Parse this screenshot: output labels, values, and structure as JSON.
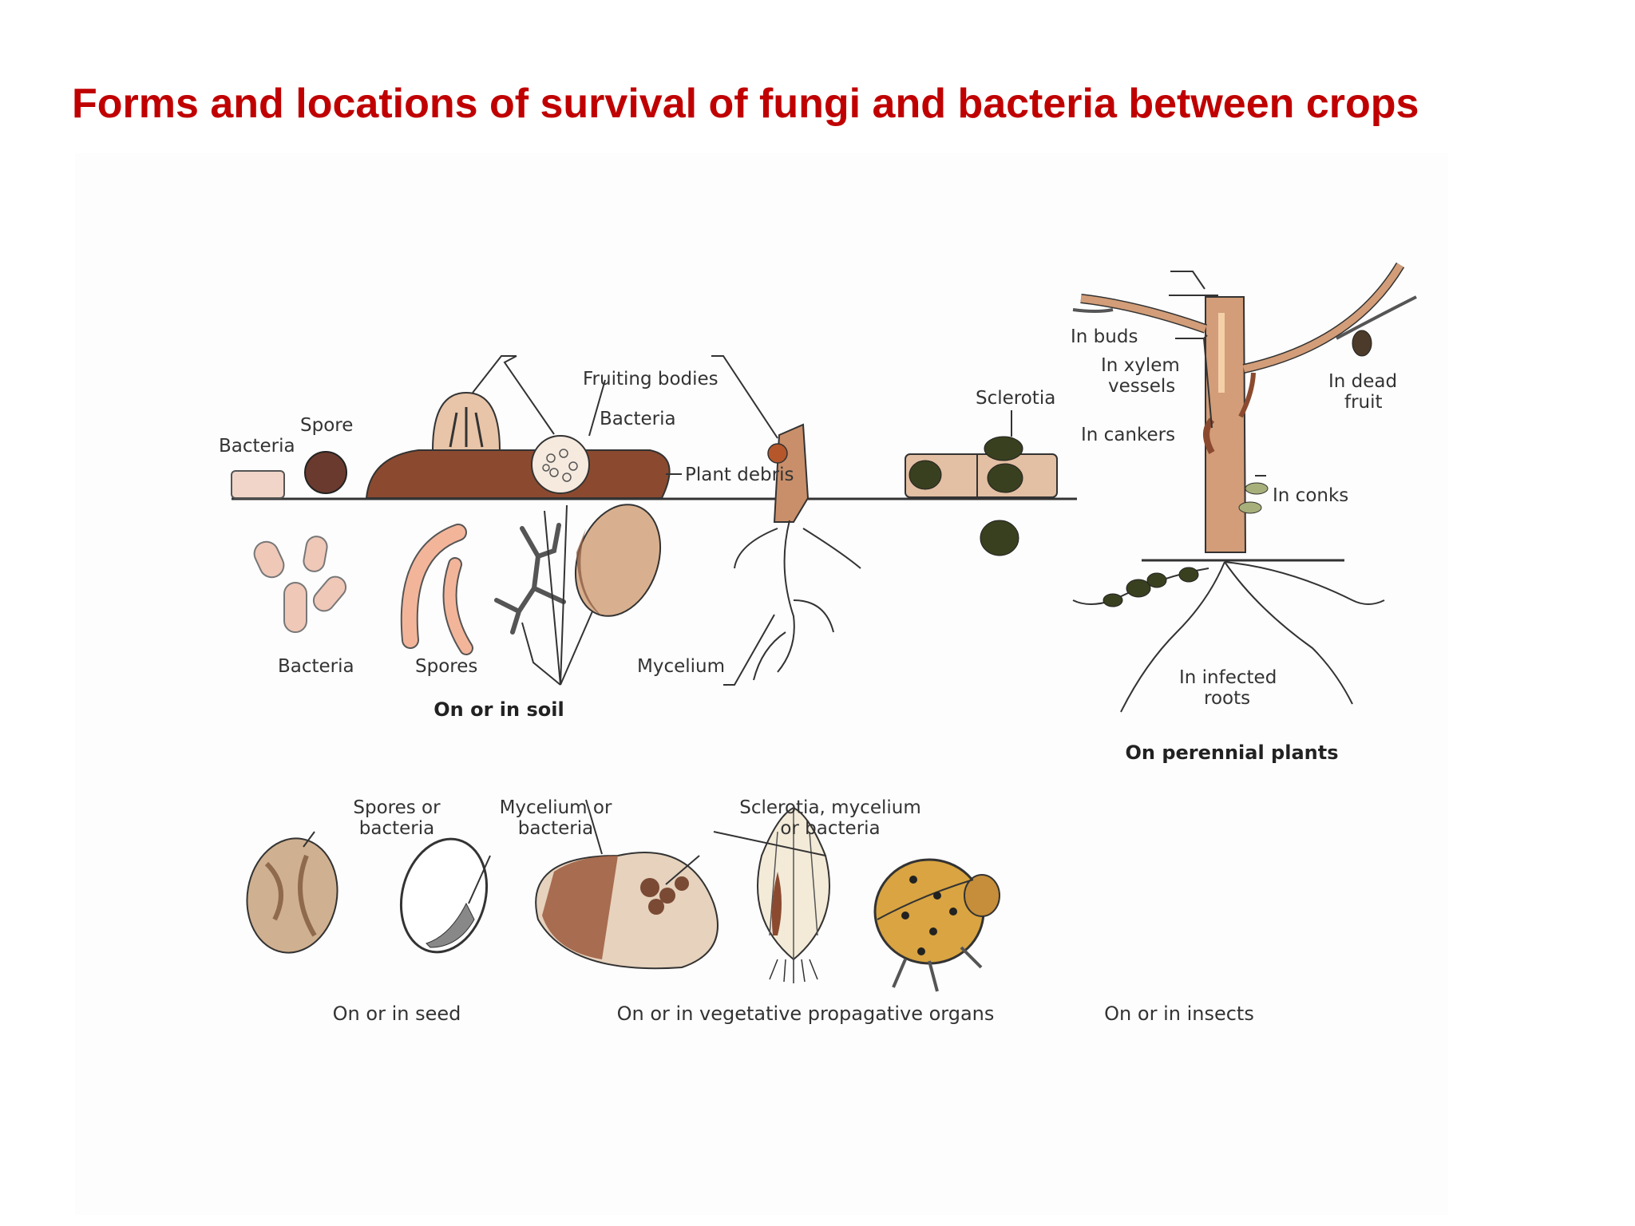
{
  "title": "Forms and locations of survival of fungi and bacteria between crops",
  "colors": {
    "title": "#c00000",
    "soil": "#8b4a2f",
    "wood": "#c98f6a",
    "tuber": "#d9b08f",
    "beetle": "#d9a441"
  },
  "labels": {
    "bacteria_top": "Bacteria",
    "spore": "Spore",
    "fruiting_bodies": "Fruiting bodies",
    "bacteria_mid": "Bacteria",
    "plant_debris": "Plant debris",
    "sclerotia": "Sclerotia",
    "bacteria_bottom": "Bacteria",
    "spores": "Spores",
    "mycelium": "Mycelium",
    "in_buds": "In buds",
    "in_xylem_1": "In xylem",
    "in_xylem_2": "vessels",
    "in_dead_1": "In dead",
    "in_dead_2": "fruit",
    "in_cankers": "In cankers",
    "in_conks": "In conks",
    "infected_roots_1": "In infected",
    "infected_roots_2": "roots",
    "spores_or_1": "Spores or",
    "spores_or_2": "bacteria",
    "mycelium_or_1": "Mycelium or",
    "mycelium_or_2": "bacteria",
    "sclerotia_myc_1": "Sclerotia, mycelium",
    "sclerotia_myc_2": "or bacteria"
  },
  "captions": {
    "soil": "On or in soil",
    "perennial": "On perennial plants",
    "seed": "On or in seed",
    "vegetative": "On or in vegetative propagative organs",
    "insects": "On or in insects"
  }
}
